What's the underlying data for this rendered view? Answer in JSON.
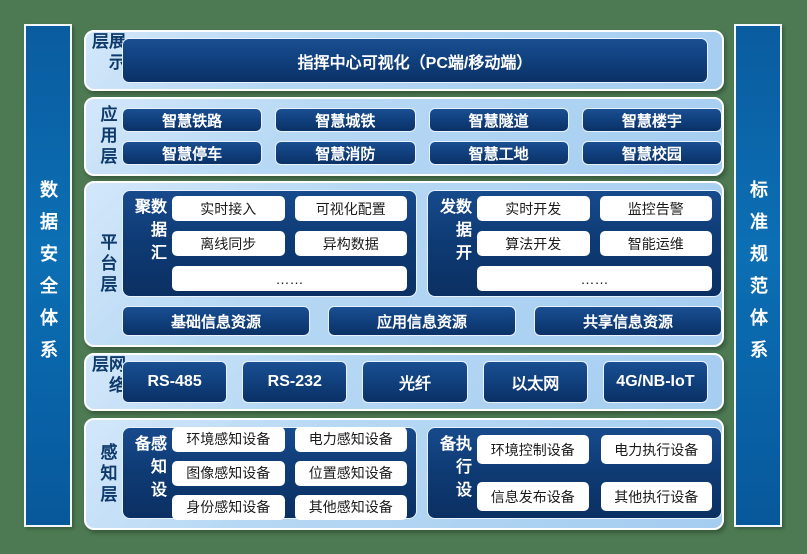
{
  "colors": {
    "background_green": "#4d7a52",
    "panel_light_blue": "#aed3f1",
    "box_dark_blue": "#11417f",
    "sidebar_blue": "#0c6fb4",
    "chip_white": "#ffffff",
    "label_navy": "#0e3a6b"
  },
  "sidebars": {
    "left": "数据安全体系",
    "right": "标准规范体系"
  },
  "layers": {
    "display": {
      "label": "展示层",
      "item": "指挥中心可视化（PC端/移动端）"
    },
    "application": {
      "label": "应用层",
      "items": [
        "智慧铁路",
        "智慧城铁",
        "智慧隧道",
        "智慧楼宇",
        "智慧停车",
        "智慧消防",
        "智慧工地",
        "智慧校园"
      ]
    },
    "platform": {
      "label": "平台层",
      "data_aggregation": {
        "label": "数据汇聚",
        "items": [
          "实时接入",
          "可视化配置",
          "离线同步",
          "异构数据",
          "……"
        ]
      },
      "data_development": {
        "label": "数据开发",
        "items": [
          "实时开发",
          "监控告警",
          "算法开发",
          "智能运维",
          "……"
        ]
      },
      "resources": [
        "基础信息资源",
        "应用信息资源",
        "共享信息资源"
      ]
    },
    "network": {
      "label": "网络层",
      "items": [
        "RS-485",
        "RS-232",
        "光纤",
        "以太网",
        "4G/NB-IoT"
      ]
    },
    "perception": {
      "label": "感知层",
      "sensing": {
        "label": "感知设备",
        "items": [
          "环境感知设备",
          "电力感知设备",
          "图像感知设备",
          "位置感知设备",
          "身份感知设备",
          "其他感知设备"
        ]
      },
      "execution": {
        "label": "执行设备",
        "items": [
          "环境控制设备",
          "电力执行设备",
          "信息发布设备",
          "其他执行设备"
        ]
      }
    }
  }
}
